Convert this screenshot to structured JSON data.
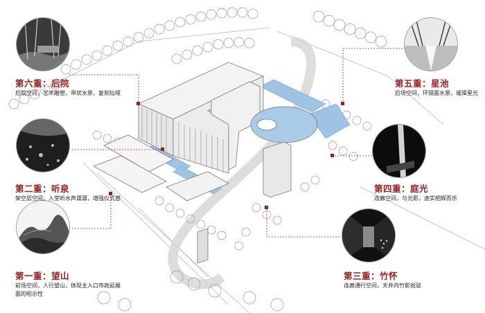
{
  "accent_color": "#a01c1c",
  "water_color": "#9fc3e3",
  "layers": [
    {
      "key": "sixth",
      "title": "第六重：后院",
      "desc": [
        "后院空间，艺术雕塑，带状水景，复刻仙境"
      ],
      "icon": "forest-garden-photo"
    },
    {
      "key": "second",
      "title": "第二重：听泉",
      "desc": [
        "架空层空间，入堂听水声潺潺，增强仪式感"
      ],
      "icon": "water-pond-photo"
    },
    {
      "key": "first",
      "title": "第一重：望山",
      "desc": [
        "前场空间，人行望山，体现主入口市政延展",
        "面的昭示性"
      ],
      "icon": "ink-mountain-photo"
    },
    {
      "key": "fifth",
      "title": "第五重：星池",
      "desc": [
        "后场空间，环镜面水景，璀璨星光"
      ],
      "icon": "mirror-pool-photo"
    },
    {
      "key": "fourth",
      "title": "第四重：庭光",
      "desc": [
        "连廊空间，与光影，虚实相辉而乐"
      ],
      "icon": "light-beam-photo"
    },
    {
      "key": "third",
      "title": "第三重：竹怀",
      "desc": [
        "连廊通行空间，天井内竹影斑驳"
      ],
      "icon": "bamboo-corridor-photo"
    }
  ]
}
